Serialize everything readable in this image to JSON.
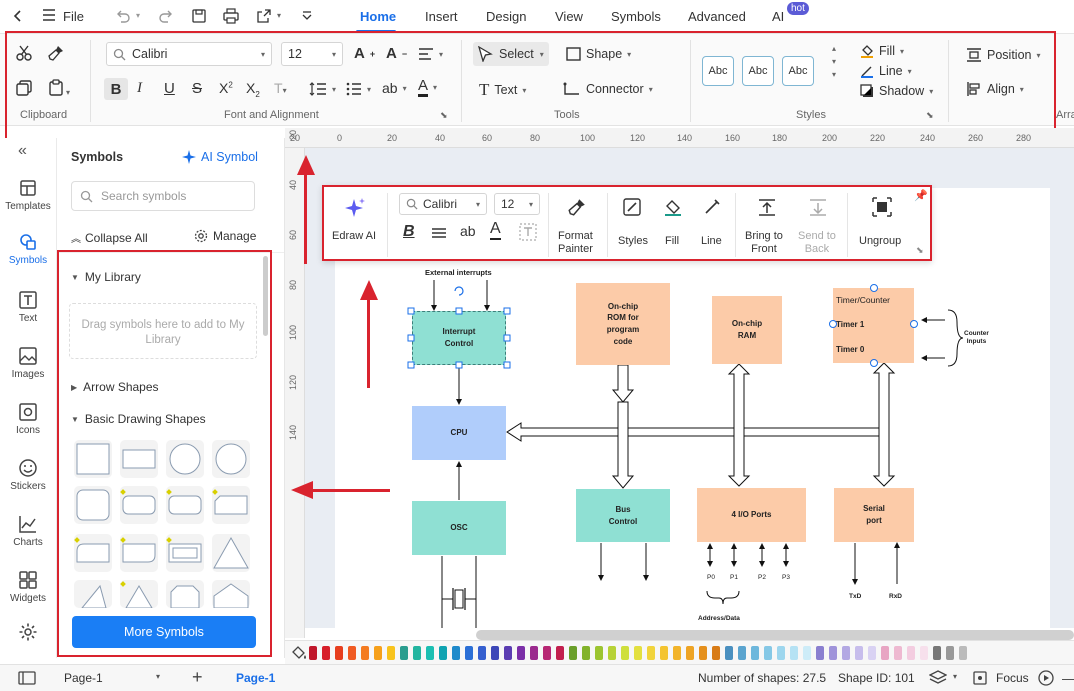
{
  "menu": {
    "file": "File",
    "tabs": [
      "Home",
      "Insert",
      "Design",
      "View",
      "Symbols",
      "Advanced",
      "AI"
    ],
    "ai_badge": "hot"
  },
  "ribbon": {
    "clipboard_label": "Clipboard",
    "font_name": "Calibri",
    "font_size": "12",
    "font_group_label": "Font and Alignment",
    "select_label": "Select",
    "shape_label": "Shape",
    "text_label": "Text",
    "connector_label": "Connector",
    "tools_label": "Tools",
    "style_sample": "Abc",
    "styles_label": "Styles",
    "fill_label": "Fill",
    "line_label": "Line",
    "shadow_label": "Shadow",
    "position_label": "Position",
    "align_label": "Align",
    "arrange_label": "Arra"
  },
  "ruler": {
    "top_ticks": [
      "20",
      "0",
      "20",
      "40",
      "60",
      "80",
      "100",
      "120",
      "140",
      "160",
      "180",
      "200",
      "220",
      "240",
      "260",
      "280"
    ],
    "left_ticks": [
      "20",
      "40",
      "60",
      "80",
      "100",
      "120",
      "140"
    ]
  },
  "rail": [
    {
      "label": "Templates",
      "icon": "templates-icon"
    },
    {
      "label": "Symbols",
      "icon": "symbols-icon"
    },
    {
      "label": "Text",
      "icon": "text-icon"
    },
    {
      "label": "Images",
      "icon": "images-icon"
    },
    {
      "label": "Icons",
      "icon": "icons-icon"
    },
    {
      "label": "Stickers",
      "icon": "stickers-icon"
    },
    {
      "label": "Charts",
      "icon": "charts-icon"
    },
    {
      "label": "Widgets",
      "icon": "widgets-icon"
    }
  ],
  "symbols": {
    "title": "Symbols",
    "ai_symbol": "AI Symbol",
    "search_placeholder": "Search symbols",
    "collapse_all": "Collapse All",
    "manage": "Manage",
    "my_library": "My Library",
    "drop_hint": "Drag symbols here to add to My Library",
    "arrow_shapes": "Arrow Shapes",
    "basic_drawing": "Basic Drawing Shapes",
    "more_symbols": "More Symbols"
  },
  "float_toolbar": {
    "edraw_ai": "Edraw AI",
    "font_name": "Calibri",
    "font_size": "12",
    "format_painter_1": "Format",
    "format_painter_2": "Painter",
    "styles": "Styles",
    "fill": "Fill",
    "line": "Line",
    "bring_front_1": "Bring to",
    "bring_front_2": "Front",
    "send_back_1": "Send to",
    "send_back_2": "Back",
    "ungroup": "Ungroup"
  },
  "diagram": {
    "external_interrupts": "External interrupts",
    "interrupt_control": [
      "Interrupt",
      "Control"
    ],
    "rom": [
      "On-chip",
      "ROM for",
      "program",
      "code"
    ],
    "ram": [
      "On-chip",
      "RAM"
    ],
    "timer_title": "Timer/Counter",
    "timer1": "Timer 1",
    "timer0": "Timer 0",
    "counter_inputs": [
      "Counter",
      "Inputs"
    ],
    "cpu": "CPU",
    "osc": "OSC",
    "bus_control": [
      "Bus",
      "Control"
    ],
    "io_ports": "4 I/O Ports",
    "serial_port": [
      "Serial",
      "port"
    ],
    "ports": [
      "P0",
      "P1",
      "P2",
      "P3"
    ],
    "address_data": "Address/Data",
    "txd": "TxD",
    "rxd": "RxD"
  },
  "status": {
    "page_tab": "Page-1",
    "active_page": "Page-1",
    "shapes_count": "Number of shapes: 27.5",
    "shape_id": "Shape ID: 101",
    "focus": "Focus"
  },
  "colors": {
    "accent": "#1a6fe8",
    "annotation": "#d9232e",
    "teal_block": "#8fe0d3",
    "peach_block": "#fccba8",
    "blue_block": "#b0cdfb"
  }
}
